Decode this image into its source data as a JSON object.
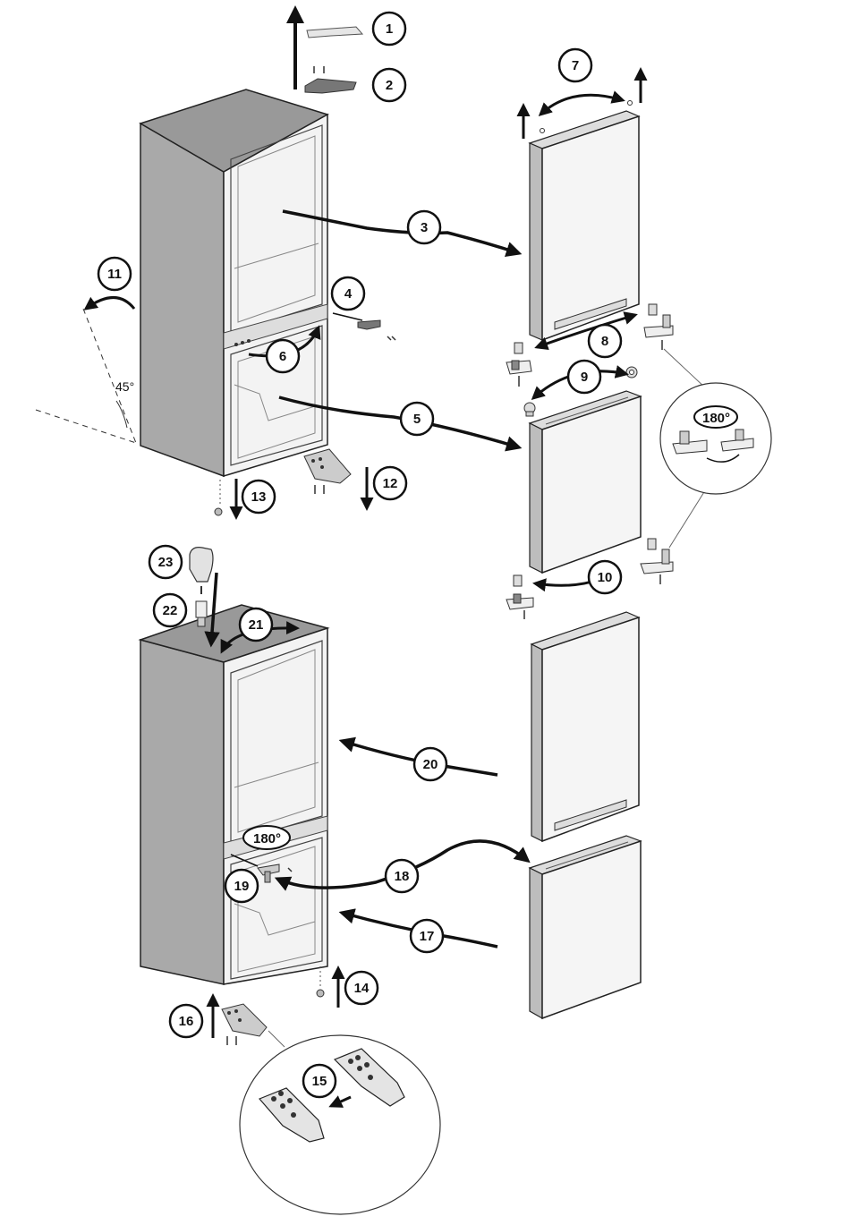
{
  "steps": [
    {
      "label": "1"
    },
    {
      "label": "2"
    },
    {
      "label": "3"
    },
    {
      "label": "4"
    },
    {
      "label": "5"
    },
    {
      "label": "6"
    },
    {
      "label": "7"
    },
    {
      "label": "8"
    },
    {
      "label": "9"
    },
    {
      "label": "10"
    },
    {
      "label": "11"
    },
    {
      "label": "12"
    },
    {
      "label": "13"
    },
    {
      "label": "14"
    },
    {
      "label": "15"
    },
    {
      "label": "16"
    },
    {
      "label": "17"
    },
    {
      "label": "18"
    },
    {
      "label": "19"
    },
    {
      "label": "20"
    },
    {
      "label": "21"
    },
    {
      "label": "22"
    },
    {
      "label": "23"
    }
  ],
  "annotations": {
    "angle": "45°",
    "rotate_top": "180°",
    "rotate_bottom": "180°"
  }
}
